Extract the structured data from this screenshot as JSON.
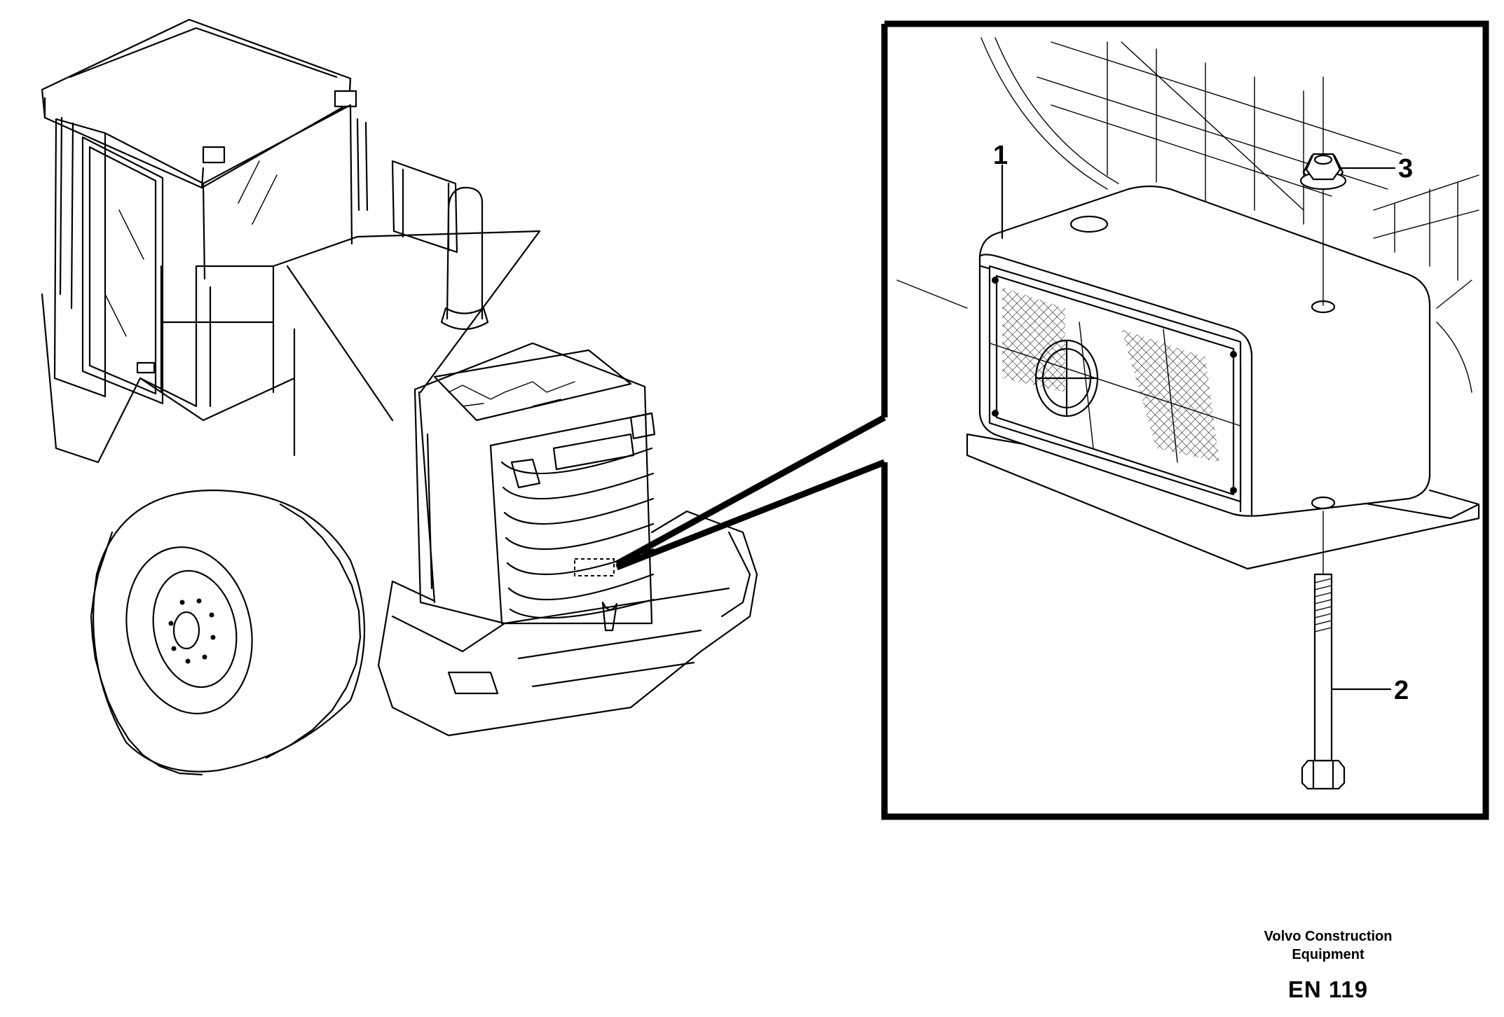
{
  "callouts": [
    {
      "id": "1",
      "label": "1"
    },
    {
      "id": "2",
      "label": "2"
    },
    {
      "id": "3",
      "label": "3"
    }
  ],
  "footer": {
    "org_line1": "Volvo Construction",
    "org_line2": "Equipment",
    "code": "EN 119"
  }
}
